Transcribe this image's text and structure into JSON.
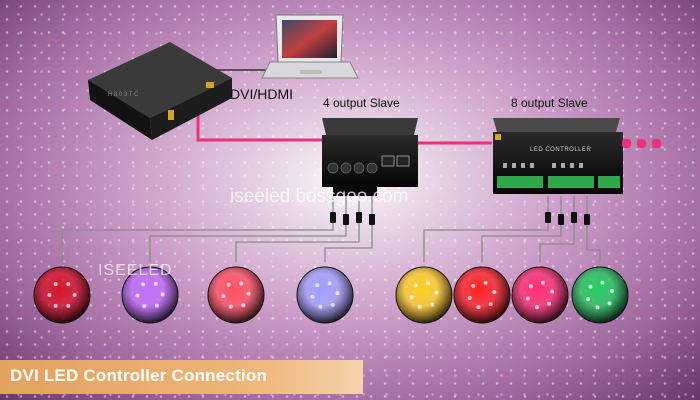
{
  "labels": {
    "dvi_hdmi": "DVI/HDMI",
    "slave4": "4 output Slave",
    "slave8": "8 output Slave",
    "controller_face": "LED CONTROLLER",
    "watermark_main": "iseeled.bossgoo.com",
    "watermark_brand": "ISEELED",
    "caption": "DVI LED Controller Connection"
  },
  "colors": {
    "pink_cable": "#e8337a",
    "grey_cable": "#8a8a8a",
    "caption_bg": "#e3a15e",
    "caption_text": "#ffffff"
  },
  "icons": {
    "laptop": "laptop-icon",
    "more": "ellipsis-icon"
  },
  "light_effects": [
    {
      "id": "effect-1",
      "hue": "#d8142a"
    },
    {
      "id": "effect-2",
      "hue": "#c070ff"
    },
    {
      "id": "effect-3",
      "hue": "#ff5060"
    },
    {
      "id": "effect-4",
      "hue": "#a0a0ff"
    },
    {
      "id": "effect-5",
      "hue": "#ffd020"
    },
    {
      "id": "effect-6",
      "hue": "#ff2020"
    },
    {
      "id": "effect-7",
      "hue": "#ff3070"
    },
    {
      "id": "effect-8",
      "hue": "#20d060"
    }
  ]
}
